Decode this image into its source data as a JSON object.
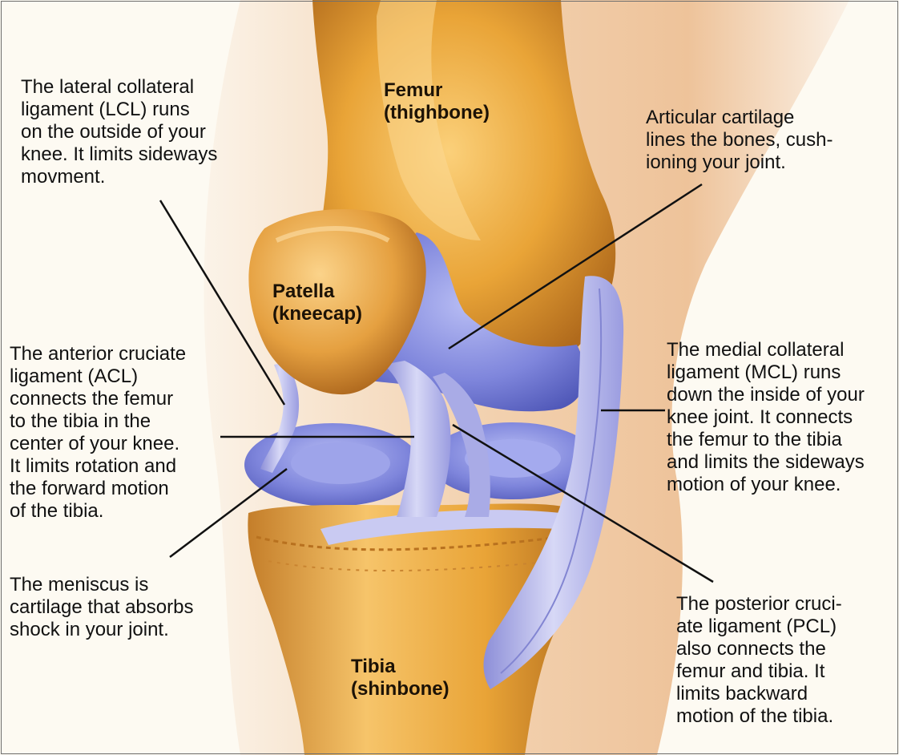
{
  "diagram": {
    "bones": {
      "femur": "Femur\n(thighbone)",
      "patella": "Patella\n(kneecap)",
      "tibia": "Tibia\n(shinbone)"
    },
    "callouts": {
      "lcl": "The lateral collateral\nligament (LCL) runs\non the outside of your\nknee. It limits sideways\nmovment.",
      "articular_cartilage": "Articular cartilage\nlines the bones, cush-\nioning your joint.",
      "acl": "The anterior cruciate\nligament (ACL)\nconnects the femur\nto the tibia in the\ncenter of your knee.\nIt limits rotation and\nthe forward motion\nof the tibia.",
      "mcl": "The medial collateral\nligament (MCL) runs\ndown the inside of your\nknee joint. It connects\nthe femur to the tibia\nand limits the sideways\nmotion of your knee.",
      "meniscus": "The meniscus is\ncartilage that absorbs\nshock in your joint.",
      "pcl": "The posterior cruci-\nate ligament (PCL)\nalso connects the\nfemur and tibia. It\nlimits backward\nmotion of the tibia."
    },
    "colors": {
      "bone": "#e9a437",
      "bone_shadow": "#b9701c",
      "cartilage": "#7f86dc",
      "ligament": "#b7b8ec",
      "skin": "#f3d0ad",
      "leader_line": "#111111"
    }
  }
}
